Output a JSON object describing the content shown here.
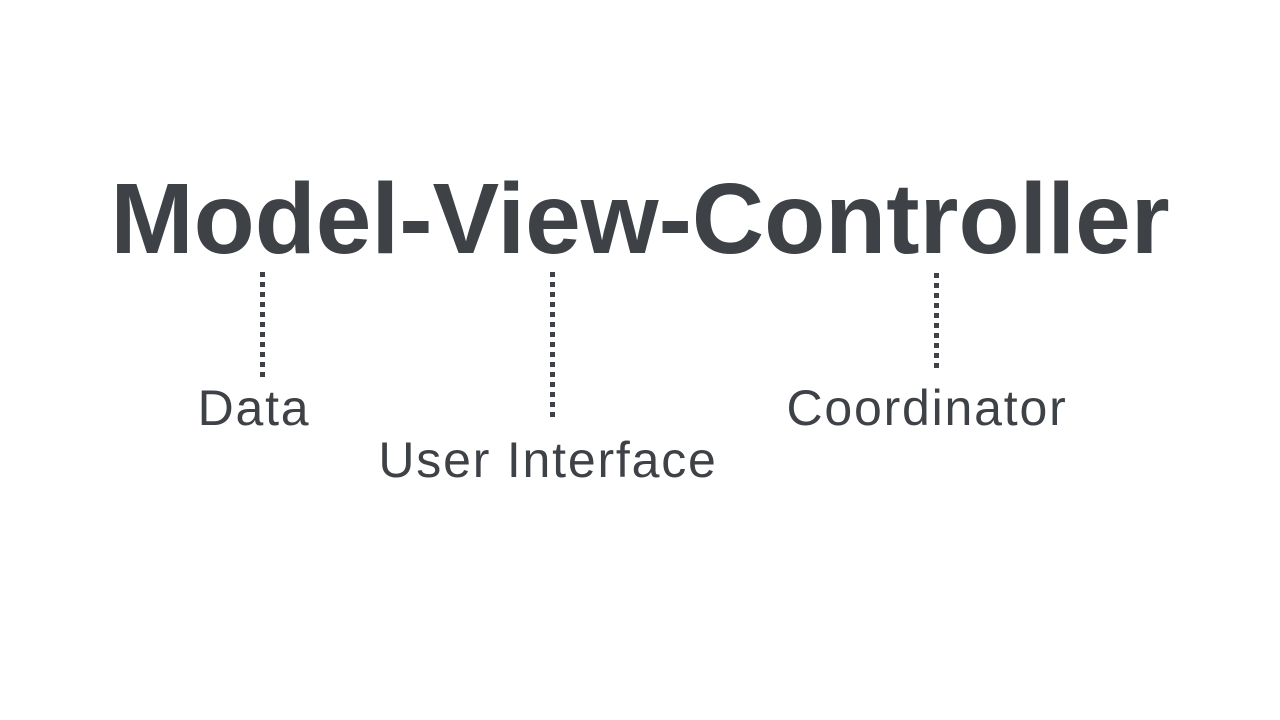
{
  "diagram": {
    "title": "Model-View-Controller",
    "annotations": [
      {
        "text": "Data",
        "annotates": "Model"
      },
      {
        "text": "User Interface",
        "annotates": "View"
      },
      {
        "text": "Coordinator",
        "annotates": "Controller"
      }
    ],
    "colors": {
      "text": "#3e4247",
      "background": "#ffffff"
    }
  }
}
